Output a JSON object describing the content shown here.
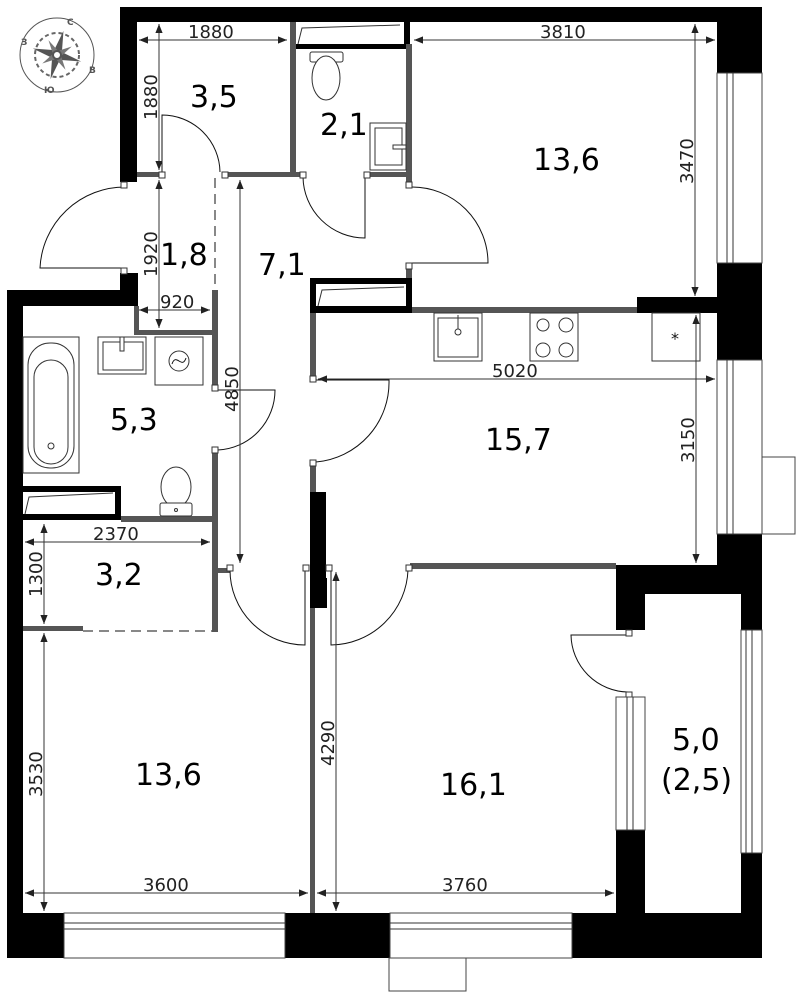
{
  "compass": {
    "north": "С",
    "east": "В",
    "south": "Ю",
    "west": "З"
  },
  "rooms": {
    "wardrobe_top": {
      "area": "3,5"
    },
    "wc": {
      "area": "2,1"
    },
    "bedroom_top_right": {
      "area": "13,6"
    },
    "entry_vestibule": {
      "area": "1,8"
    },
    "hallway": {
      "area": "7,1"
    },
    "bathroom": {
      "area": "5,3"
    },
    "kitchen": {
      "area": "15,7"
    },
    "storage": {
      "area": "3,2"
    },
    "bedroom_bottom_left": {
      "area": "13,6"
    },
    "living_room": {
      "area": "16,1"
    },
    "balcony": {
      "area": "5,0",
      "area_reduced": "(2,5)"
    }
  },
  "dimensions": {
    "wardrobe_width": "1880",
    "wardrobe_height": "1880",
    "bedroom_top_width": "3810",
    "bedroom_top_height": "3470",
    "vestibule_height": "1920",
    "vestibule_width": "920",
    "hallway_length": "4850",
    "kitchen_width": "5020",
    "kitchen_height": "3150",
    "storage_width": "2370",
    "storage_height": "1300",
    "bedroom_bottom_height": "3530",
    "bedroom_bottom_width": "3600",
    "living_height": "4290",
    "living_width": "3760"
  },
  "colors": {
    "exterior_wall": "#000000",
    "interior_wall": "#555555",
    "line": "#333333",
    "background": "#ffffff"
  }
}
